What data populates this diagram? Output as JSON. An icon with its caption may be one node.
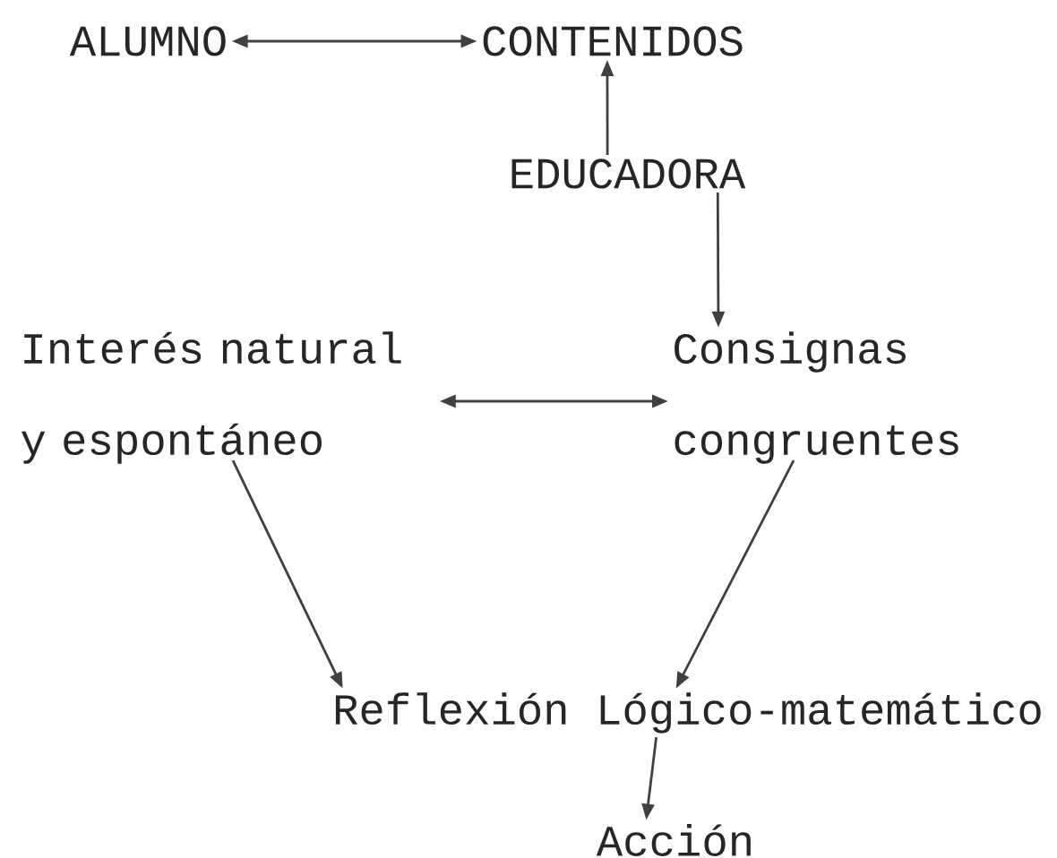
{
  "diagram": {
    "nodes": [
      {
        "text": [
          "ALUMNO"
        ]
      },
      {
        "text": [
          "CONTENIDOS"
        ]
      },
      {
        "text": [
          "EDUCADORA"
        ]
      },
      {
        "text": [
          "Interés natural y espontáneo"
        ]
      },
      {
        "text": [
          "Consignas congruentes"
        ]
      },
      {
        "text": [
          "Reflexión Lógico-matemático"
        ]
      },
      {
        "text": [
          "Acción"
        ]
      }
    ],
    "edges": [
      {
        "from": 0,
        "to": 1,
        "arrow": "both"
      },
      {
        "from": 2,
        "to": 1,
        "arrow": "to"
      },
      {
        "from": 2,
        "to": 4,
        "arrow": "to"
      },
      {
        "from": 3,
        "to": 4,
        "arrow": "both"
      },
      {
        "from": 3,
        "to": 5,
        "arrow": "to"
      },
      {
        "from": 4,
        "to": 5,
        "arrow": "to"
      },
      {
        "from": 5,
        "to": 6,
        "arrow": "to"
      }
    ]
  }
}
